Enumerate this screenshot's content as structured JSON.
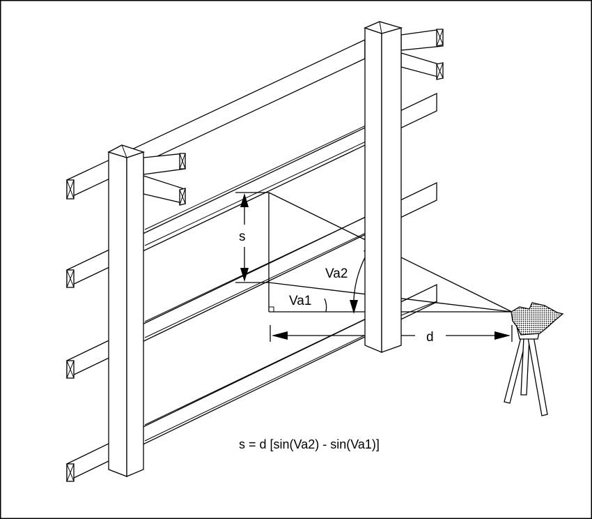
{
  "labels": {
    "s": "s",
    "va1": "Va1",
    "va2": "Va2",
    "d": "d"
  },
  "formula": "s = d [sin(Va2) - sin(Va1)]",
  "colors": {
    "ink": "#000000",
    "background": "#ffffff",
    "instrument_fill": "#c8c8c8"
  },
  "icons": {
    "instrument": "surveying-instrument-on-tripod"
  }
}
